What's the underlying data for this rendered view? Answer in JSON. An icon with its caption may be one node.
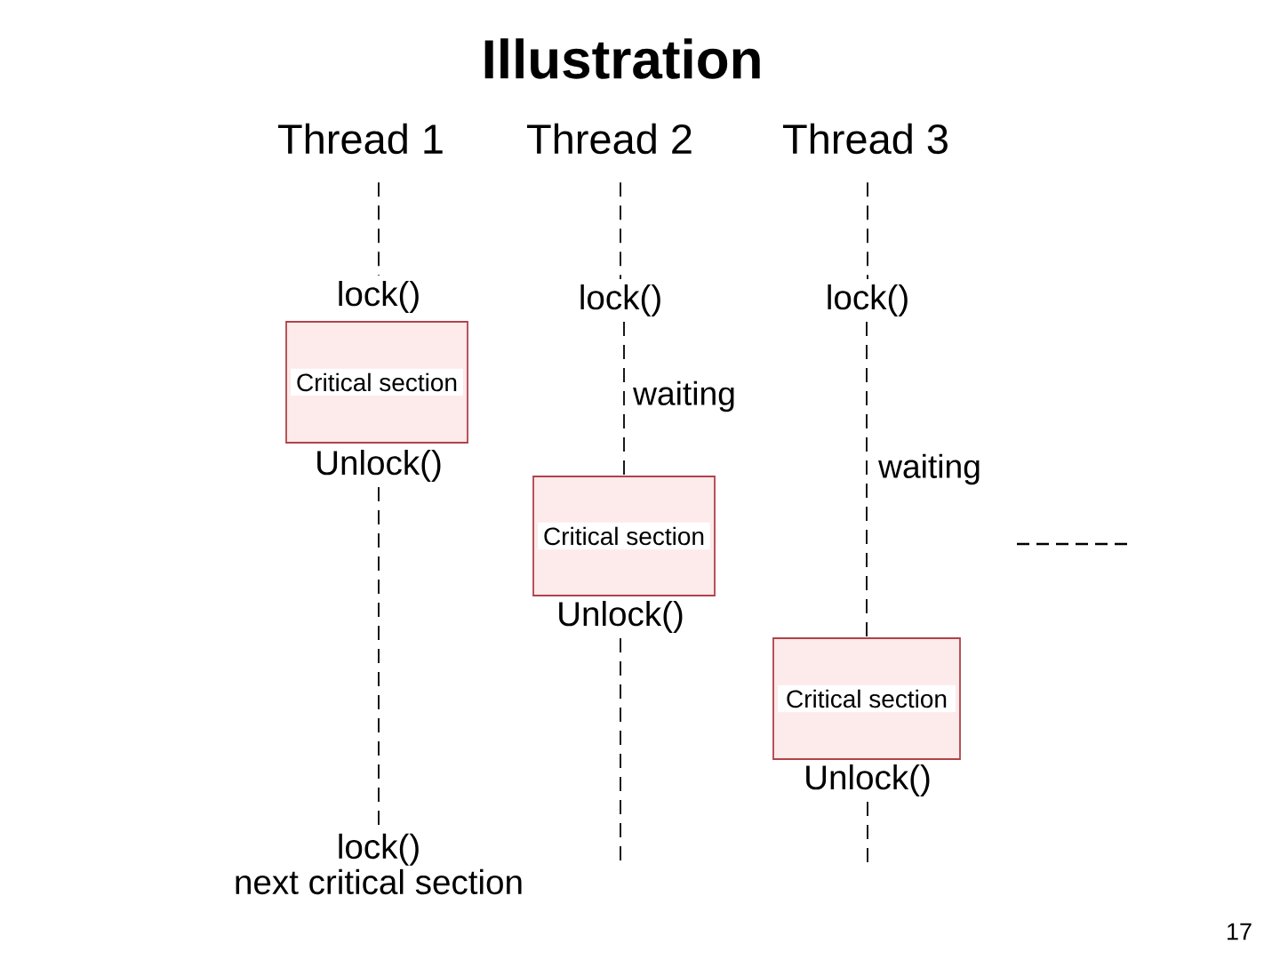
{
  "diagram": {
    "title": "Illustration",
    "nodes": [
      {
        "text": [
          "Thread 1"
        ]
      },
      {
        "text": [
          "lock()"
        ]
      },
      {
        "text": [
          "Critical section"
        ]
      },
      {
        "text": [
          "Unlock()"
        ]
      },
      {
        "text": [
          "lock()",
          "next critical section"
        ]
      },
      {
        "text": [
          "Thread 2"
        ]
      },
      {
        "text": [
          "lock()"
        ]
      },
      {
        "text": [
          "Critical section"
        ]
      },
      {
        "text": [
          "Unlock()"
        ]
      },
      {
        "text": [
          "Thread 3"
        ]
      },
      {
        "text": [
          "lock()"
        ]
      },
      {
        "text": [
          "Critical section"
        ]
      },
      {
        "text": [
          "Unlock()"
        ]
      }
    ],
    "edges": [
      {
        "from": 0,
        "to": 1,
        "arrow": "none",
        "style": "dashed"
      },
      {
        "from": 3,
        "to": 4,
        "arrow": "none",
        "style": "dashed"
      },
      {
        "from": 5,
        "to": 6,
        "arrow": "none",
        "style": "dashed"
      },
      {
        "from": 6,
        "to": 7,
        "arrow": "none",
        "style": "dashed",
        "label": "waiting"
      },
      {
        "from": 8,
        "to": null,
        "arrow": "none",
        "style": "dashed"
      },
      {
        "from": 9,
        "to": 10,
        "arrow": "none",
        "style": "dashed"
      },
      {
        "from": 10,
        "to": 11,
        "arrow": "none",
        "style": "dashed",
        "label": "waiting"
      },
      {
        "from": 12,
        "to": null,
        "arrow": "none",
        "style": "dashed"
      }
    ],
    "labels": [
      "17"
    ]
  }
}
